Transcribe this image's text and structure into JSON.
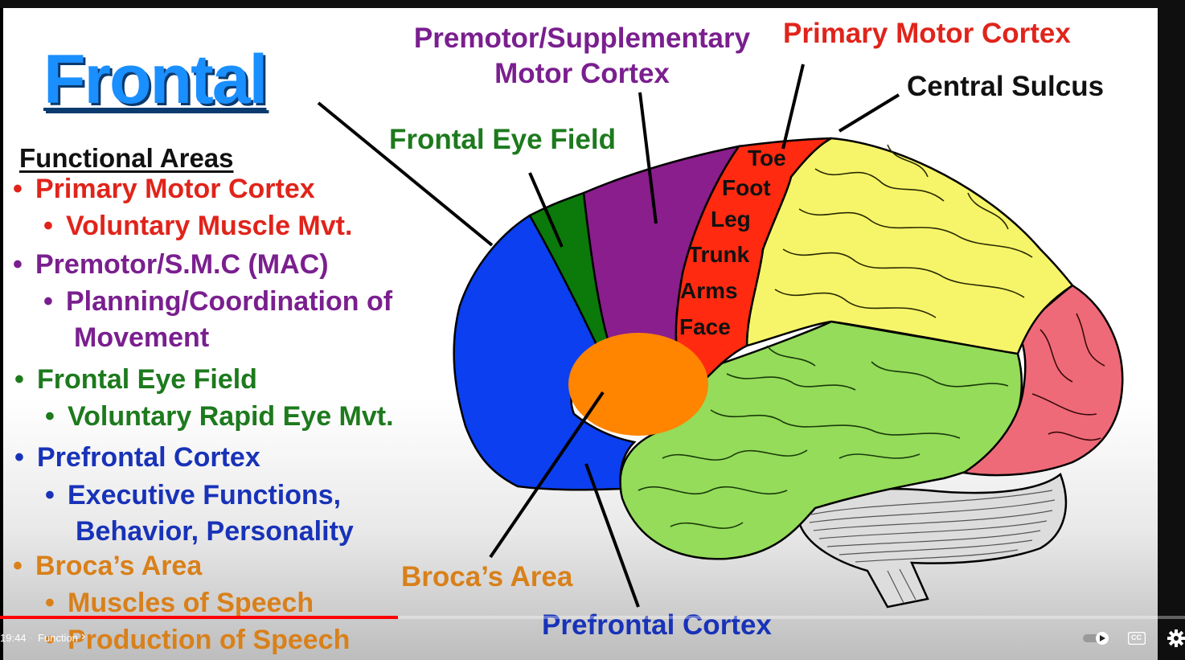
{
  "slide": {
    "title": "Frontal",
    "subtitle": "Functional Areas",
    "bullets": [
      {
        "text": "Primary Motor Cortex",
        "level": 1,
        "color": "#e0241b"
      },
      {
        "text": "Voluntary Muscle Mvt.",
        "level": 2,
        "color": "#e0241b"
      },
      {
        "text": "Premotor/S.M.C (MAC)",
        "level": 1,
        "color": "#7a1f8f"
      },
      {
        "text": "Planning/Coordination of",
        "level": 2,
        "color": "#7a1f8f"
      },
      {
        "text": "Movement",
        "level": 3,
        "color": "#7a1f8f"
      },
      {
        "text": "Frontal Eye Field",
        "level": 1,
        "color": "#1d7a1d"
      },
      {
        "text": "Voluntary Rapid Eye Mvt.",
        "level": 2,
        "color": "#1d7a1d"
      },
      {
        "text": "Prefrontal Cortex",
        "level": 1,
        "color": "#1832b8"
      },
      {
        "text": "Executive Functions,",
        "level": 2,
        "color": "#1832b8"
      },
      {
        "text": "Behavior, Personality",
        "level": 3,
        "color": "#1832b8"
      },
      {
        "text": "Broca’s Area",
        "level": 1,
        "color": "#d9801a"
      },
      {
        "text": "Muscles of Speech",
        "level": 2,
        "color": "#d9801a"
      },
      {
        "text": "Production of Speech",
        "level": 2,
        "color": "#d9801a"
      }
    ],
    "labels": {
      "premotor_line1": "Premotor/Supplementary",
      "premotor_line2": "Motor Cortex",
      "primary_motor": "Primary Motor Cortex",
      "central_sulcus": "Central Sulcus",
      "frontal_eye_field": "Frontal Eye Field",
      "brocas_area": "Broca’s Area",
      "prefrontal_cortex": "Prefrontal Cortex"
    },
    "motor_strip": [
      "Toe",
      "Foot",
      "Leg",
      "Trunk",
      "Arms",
      "Face"
    ],
    "colors": {
      "prefrontal": "#0b3ff0",
      "frontal_eye_field": "#0b7a0b",
      "premotor": "#8a1e8c",
      "primary_motor": "#ff2a10",
      "parietal": "#f6f56a",
      "temporal": "#94dc5a",
      "occipital": "#ee6a78",
      "broca": "#ff8400",
      "cerebellum": "#dddddd"
    }
  },
  "player": {
    "time": "19:44",
    "separator": "•",
    "chapter": "Function",
    "chapter_arrow": "›",
    "progress_fraction": 0.336,
    "icons": [
      "autoplay-toggle-icon",
      "captions-icon",
      "settings-gear-icon"
    ],
    "captions_label": "CC"
  }
}
